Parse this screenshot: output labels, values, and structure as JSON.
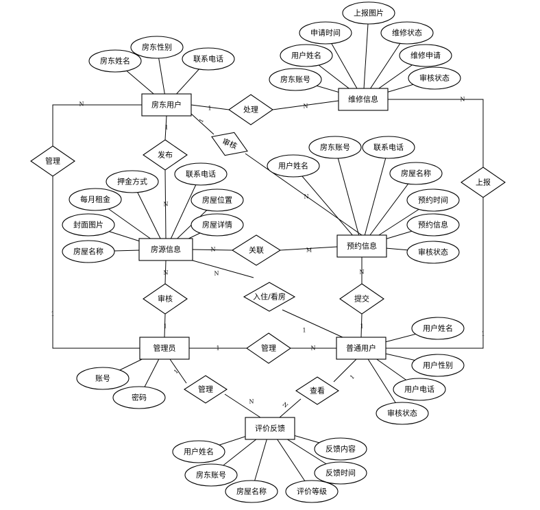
{
  "entities": {
    "landlord": "房东用户",
    "repair": "维修信息",
    "listing": "房源信息",
    "booking": "预约信息",
    "admin": "管理员",
    "user": "普通用户",
    "feedback": "评价反馈"
  },
  "relationships": {
    "handle": "处理",
    "audit_tilted": "审核",
    "manage_left": "管理",
    "publish": "发布",
    "report": "上报",
    "associate": "关联",
    "audit_listing": "审核",
    "checkin_view": "入住/看房",
    "submit": "提交",
    "manage_user": "管理",
    "manage_feedback": "管理",
    "view": "查看"
  },
  "attributes": {
    "landlord": [
      "房东姓名",
      "房东性别",
      "联系电话"
    ],
    "repair": [
      "上报图片",
      "申请时间",
      "维修状态",
      "用户姓名",
      "维修申请",
      "房东账号",
      "审核状态"
    ],
    "listing": [
      "押金方式",
      "联系电话",
      "每月租金",
      "房屋位置",
      "封面图片",
      "房屋详情",
      "房屋名称"
    ],
    "booking": [
      "房东账号",
      "联系电话",
      "用户姓名",
      "房屋名称",
      "预约时间",
      "预约信息",
      "审核状态"
    ],
    "admin": [
      "账号",
      "密码"
    ],
    "user": [
      "用户姓名",
      "用户性别",
      "用户电话",
      "审核状态"
    ],
    "feedback": [
      "用户姓名",
      "反馈内容",
      "房东账号",
      "反馈时间",
      "房屋名称",
      "评价等级"
    ]
  },
  "cardinality": {
    "one": "1",
    "many": "N",
    "many_m": "M"
  }
}
